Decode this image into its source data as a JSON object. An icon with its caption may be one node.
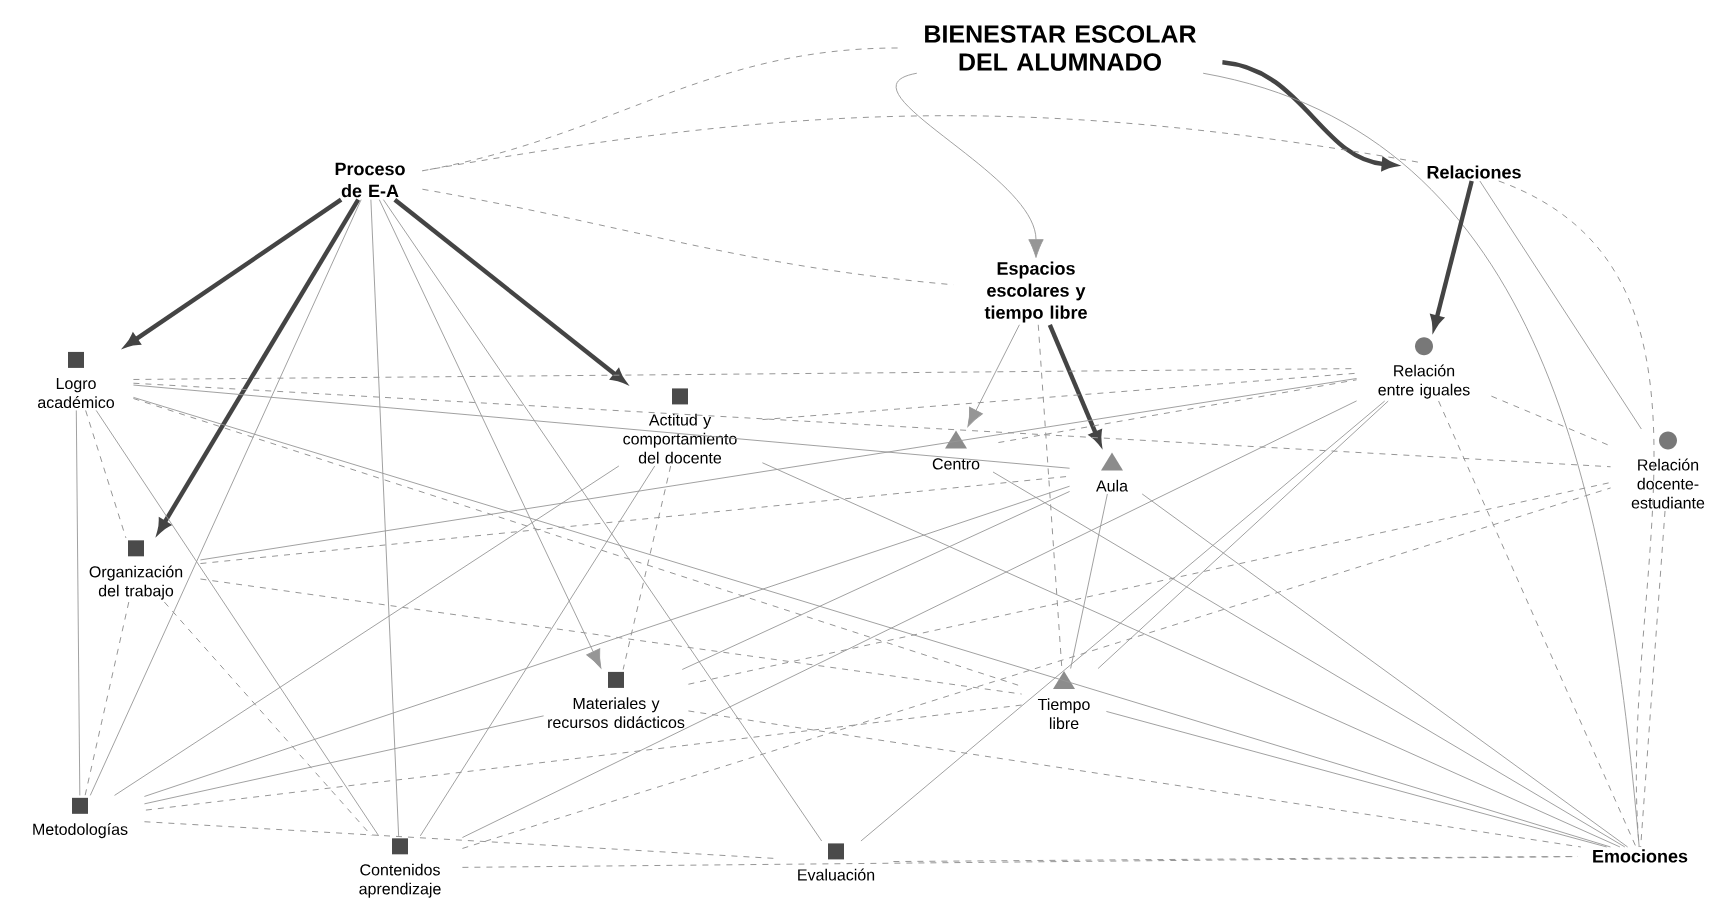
{
  "diagram": {
    "nodes": [
      {
        "text": [
          "BIENESTAR ESCOLAR DEL ALUMNADO"
        ]
      },
      {
        "text": [
          "Proceso de E-A"
        ]
      },
      {
        "text": [
          "Relaciones"
        ]
      },
      {
        "text": [
          "Espacios escolares y tiempo libre"
        ]
      },
      {
        "text": [
          "Logro académico"
        ]
      },
      {
        "text": [
          "Actitud y comportamiento del docente"
        ]
      },
      {
        "text": [
          "Centro"
        ]
      },
      {
        "text": [
          "Aula"
        ]
      },
      {
        "text": [
          "Relación entre iguales"
        ]
      },
      {
        "text": [
          "Relación docente-estudiante"
        ]
      },
      {
        "text": [
          "Organización del trabajo"
        ]
      },
      {
        "text": [
          "Materiales y recursos didácticos"
        ]
      },
      {
        "text": [
          "Tiempo libre"
        ]
      },
      {
        "text": [
          "Metodologías"
        ]
      },
      {
        "text": [
          "Contenidos aprendizaje"
        ]
      },
      {
        "text": [
          "Evaluación"
        ]
      },
      {
        "text": [
          "Emociones"
        ]
      }
    ],
    "edges": [
      {
        "from": 0,
        "to": 2,
        "arrow": "to",
        "style": "thick",
        "color": "#444444"
      },
      {
        "from": 0,
        "to": 3,
        "arrow": "to"
      },
      {
        "from": 0,
        "to": 1,
        "arrow": "none",
        "style": "dashed"
      },
      {
        "from": 0,
        "to": 16,
        "arrow": "none"
      },
      {
        "from": 1,
        "to": 2,
        "arrow": "none",
        "style": "dashed"
      },
      {
        "from": 1,
        "to": 3,
        "arrow": "none",
        "style": "dashed"
      },
      {
        "from": 1,
        "to": 4,
        "arrow": "to",
        "style": "thick",
        "color": "#444444"
      },
      {
        "from": 1,
        "to": 5,
        "arrow": "to",
        "style": "thick",
        "color": "#444444"
      },
      {
        "from": 1,
        "to": 10,
        "arrow": "to",
        "style": "thick",
        "color": "#444444"
      },
      {
        "from": 1,
        "to": 11,
        "arrow": "to"
      },
      {
        "from": 1,
        "to": 13,
        "arrow": "none"
      },
      {
        "from": 1,
        "to": 14,
        "arrow": "none"
      },
      {
        "from": 1,
        "to": 15,
        "arrow": "none"
      },
      {
        "from": 2,
        "to": 8,
        "arrow": "to",
        "style": "thick",
        "color": "#444444"
      },
      {
        "from": 2,
        "to": 9,
        "arrow": "none"
      },
      {
        "from": 2,
        "to": 16,
        "arrow": "none",
        "style": "dashed"
      },
      {
        "from": 3,
        "to": 6,
        "arrow": "to"
      },
      {
        "from": 3,
        "to": 7,
        "arrow": "to",
        "style": "thick",
        "color": "#444444"
      },
      {
        "from": 3,
        "to": 12,
        "arrow": "none",
        "style": "dashed"
      },
      {
        "from": 4,
        "to": 8,
        "arrow": "none",
        "style": "dashed"
      },
      {
        "from": 4,
        "to": 7,
        "arrow": "none"
      },
      {
        "from": 4,
        "to": 9,
        "arrow": "none",
        "style": "dashed"
      },
      {
        "from": 4,
        "to": 10,
        "arrow": "none",
        "style": "dashed"
      },
      {
        "from": 4,
        "to": 13,
        "arrow": "none"
      },
      {
        "from": 4,
        "to": 14,
        "arrow": "none"
      },
      {
        "from": 4,
        "to": 16,
        "arrow": "none"
      },
      {
        "from": 4,
        "to": 12,
        "arrow": "none",
        "style": "dashed"
      },
      {
        "from": 5,
        "to": 14,
        "arrow": "none"
      },
      {
        "from": 5,
        "to": 11,
        "arrow": "none",
        "style": "dashed"
      },
      {
        "from": 5,
        "to": 16,
        "arrow": "none"
      },
      {
        "from": 5,
        "to": 8,
        "arrow": "none",
        "style": "dashed"
      },
      {
        "from": 10,
        "to": 13,
        "arrow": "none",
        "style": "dashed"
      },
      {
        "from": 10,
        "to": 7,
        "arrow": "none",
        "style": "dashed"
      },
      {
        "from": 10,
        "to": 8,
        "arrow": "none"
      },
      {
        "from": 10,
        "to": 12,
        "arrow": "none",
        "style": "dashed"
      },
      {
        "from": 10,
        "to": 14,
        "arrow": "none",
        "style": "dashed"
      },
      {
        "from": 11,
        "to": 7,
        "arrow": "none"
      },
      {
        "from": 11,
        "to": 9,
        "arrow": "none",
        "style": "dashed"
      },
      {
        "from": 11,
        "to": 13,
        "arrow": "none"
      },
      {
        "from": 11,
        "to": 16,
        "arrow": "none",
        "style": "dashed"
      },
      {
        "from": 12,
        "to": 8,
        "arrow": "none"
      },
      {
        "from": 12,
        "to": 16,
        "arrow": "none"
      },
      {
        "from": 12,
        "to": 13,
        "arrow": "none",
        "style": "dashed"
      },
      {
        "from": 12,
        "to": 7,
        "arrow": "none"
      },
      {
        "from": 13,
        "to": 15,
        "arrow": "none",
        "style": "dashed"
      },
      {
        "from": 13,
        "to": 7,
        "arrow": "none"
      },
      {
        "from": 13,
        "to": 5,
        "arrow": "none"
      },
      {
        "from": 14,
        "to": 8,
        "arrow": "none"
      },
      {
        "from": 14,
        "to": 9,
        "arrow": "none",
        "style": "dashed"
      },
      {
        "from": 14,
        "to": 16,
        "arrow": "none",
        "style": "dashed"
      },
      {
        "from": 15,
        "to": 16,
        "arrow": "none",
        "style": "dashed"
      },
      {
        "from": 15,
        "to": 8,
        "arrow": "none"
      },
      {
        "from": 6,
        "to": 8,
        "arrow": "none",
        "style": "dashed"
      },
      {
        "from": 6,
        "to": 16,
        "arrow": "none"
      },
      {
        "from": 7,
        "to": 16,
        "arrow": "none"
      },
      {
        "from": 8,
        "to": 16,
        "arrow": "none",
        "style": "dashed"
      },
      {
        "from": 9,
        "to": 16,
        "arrow": "none",
        "style": "dashed"
      },
      {
        "from": 8,
        "to": 9,
        "arrow": "none",
        "style": "dashed"
      }
    ]
  }
}
